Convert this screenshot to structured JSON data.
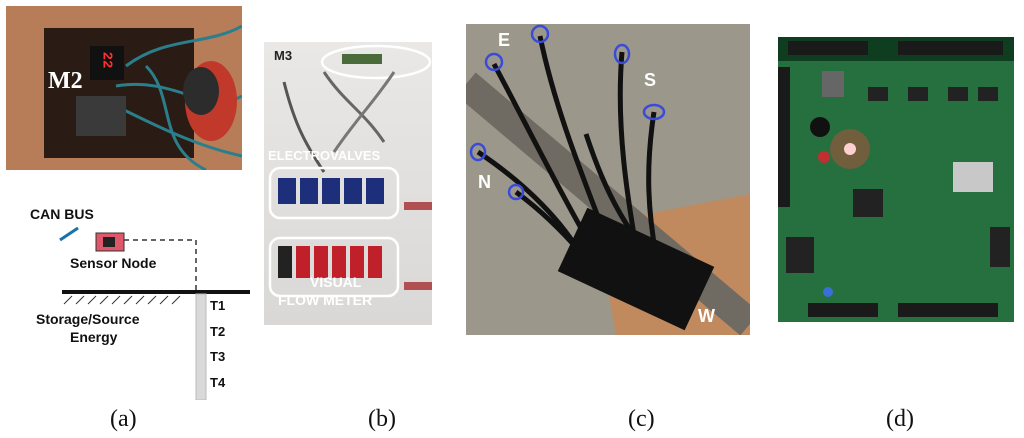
{
  "panel_a": {
    "photo_label": "M2",
    "display_text": "22",
    "diagram": {
      "bus_label": "CAN BUS",
      "node_label": "Sensor Node",
      "ground_label_line1": "Storage/Source",
      "ground_label_line2": "Energy",
      "probes": [
        "T1",
        "T2",
        "T3",
        "T4"
      ]
    },
    "caption": "(a)"
  },
  "panel_b": {
    "photo_label": "M3",
    "label_valves": "ELECTROVALVES",
    "label_visual": "VISUAL",
    "label_flow": "FLOW METER",
    "caption": "(b)"
  },
  "panel_c": {
    "dir_e": "E",
    "dir_s": "S",
    "dir_n": "N",
    "dir_w": "W",
    "caption": "(c)"
  },
  "panel_d": {
    "caption": "(d)"
  },
  "colors": {
    "marker_ring": "#3a4bd8",
    "led_red": "#ff3b3b",
    "diagram_box": "#e0566b"
  }
}
